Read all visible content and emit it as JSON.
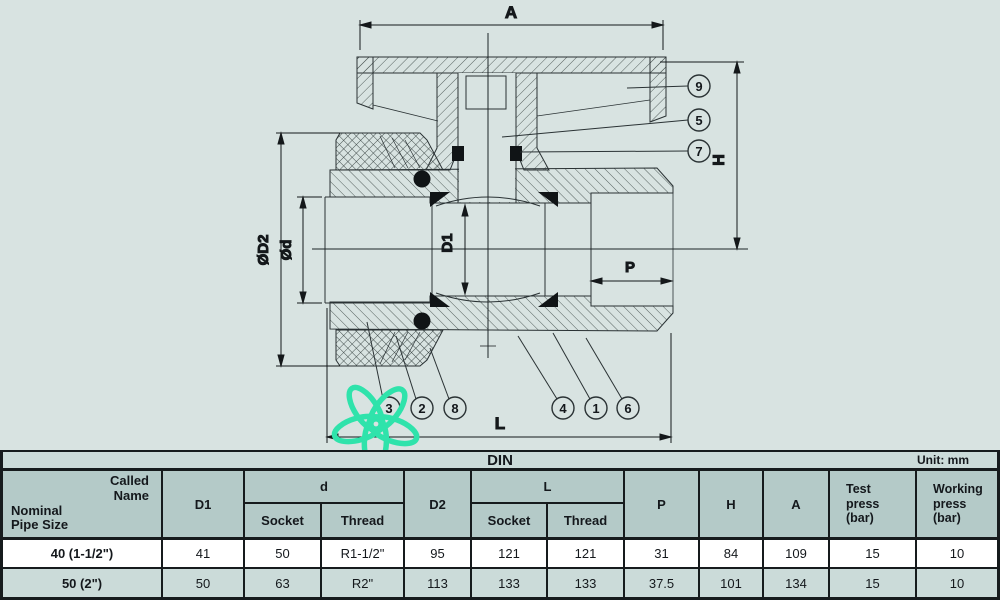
{
  "drawing": {
    "labels": {
      "a": "A",
      "h": "H",
      "od2": "ØD2",
      "od": "Ød",
      "d1": "D1",
      "p": "P",
      "l": "L"
    },
    "callouts": {
      "c9": "9",
      "c5": "5",
      "c7": "7",
      "c3": "3",
      "c2": "2",
      "c8": "8",
      "c4": "4",
      "c1": "1",
      "c6": "6"
    },
    "logo_color": "#2fe3ab"
  },
  "table": {
    "title": "DIN",
    "unit_label": "Unit: mm",
    "corner_top": "Called\nName",
    "corner_bottom": "Nominal\nPipe Size",
    "headers": {
      "d1": "D1",
      "d_group": "d",
      "d_socket": "Socket",
      "d_thread": "Thread",
      "d2": "D2",
      "l_group": "L",
      "l_socket": "Socket",
      "l_thread": "Thread",
      "p": "P",
      "h": "H",
      "a": "A",
      "test_press": "Test\npress\n(bar)",
      "working_press": "Working\npress\n(bar)"
    },
    "rows": [
      {
        "name": "40 (1-1/2\")",
        "d1": "41",
        "d_socket": "50",
        "d_thread": "R1-1/2\"",
        "d2": "95",
        "l_socket": "121",
        "l_thread": "121",
        "p": "31",
        "h": "84",
        "a": "109",
        "test": "15",
        "working": "10"
      },
      {
        "name": "50 (2\")",
        "d1": "50",
        "d_socket": "63",
        "d_thread": "R2\"",
        "d2": "113",
        "l_socket": "133",
        "l_thread": "133",
        "p": "37.5",
        "h": "101",
        "a": "134",
        "test": "15",
        "working": "10"
      }
    ]
  }
}
